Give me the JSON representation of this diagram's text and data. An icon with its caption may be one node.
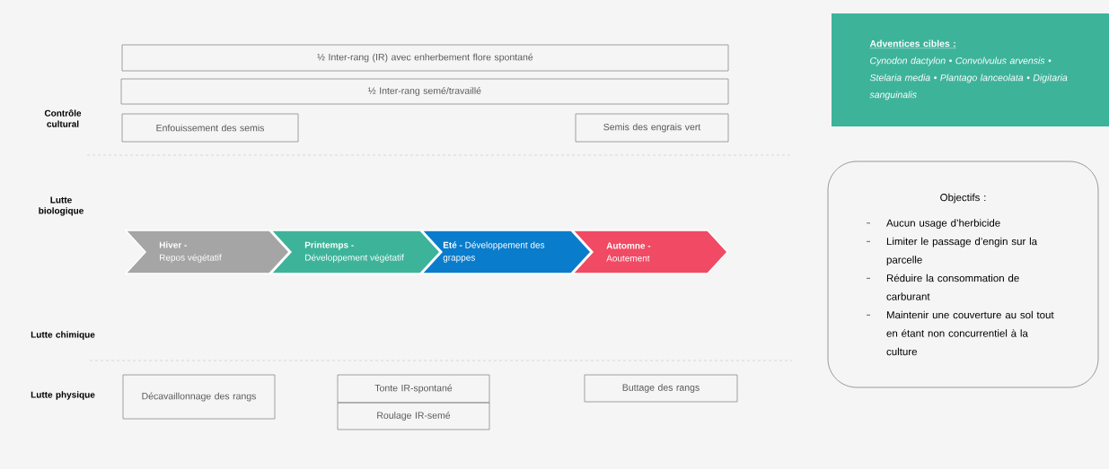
{
  "diagram": {
    "nodes": [
      {
        "text": [
          "½ Inter-rang (IR) avec enherbement flore spontané"
        ]
      },
      {
        "text": [
          "½ Inter-rang semé/travaillé"
        ]
      },
      {
        "text": [
          "Enfouissement des semis"
        ]
      },
      {
        "text": [
          "Semis des engrais vert"
        ]
      },
      {
        "text": [
          "Hiver -",
          "Repos végétatif"
        ]
      },
      {
        "text": [
          "Printemps -",
          "Développement végétatif"
        ]
      },
      {
        "text": [
          "Eté -",
          "Développement des grappes"
        ]
      },
      {
        "text": [
          "Automne -",
          "Aoutement"
        ]
      },
      {
        "text": [
          "Décavaillonnage des rangs"
        ]
      },
      {
        "text": [
          "Tonte IR-spontané"
        ]
      },
      {
        "text": [
          "Roulage IR-semé"
        ]
      },
      {
        "text": [
          "Buttage des rangs"
        ]
      },
      {
        "text": [
          "Adventices cibles :",
          "*Cynodon dactylon* • *Convolvulus arvensis* • *Stelaria media* • *Plantago lanceolata* • *Digitaria sanguinalis*"
        ]
      },
      {
        "text": [
          "Objectifs :",
          "Aucun usage d’herbicide",
          "Limiter le passage d’engin sur la parcelle",
          "Réduire la consommation de carburant",
          "Maintenir une couverture au sol tout en étant non concurrentiel à la culture"
        ]
      }
    ],
    "edges": [],
    "labels": [
      "Contrôle cultural",
      "Lutte biologique",
      "Lutte chimique",
      "Lutte physique"
    ]
  }
}
